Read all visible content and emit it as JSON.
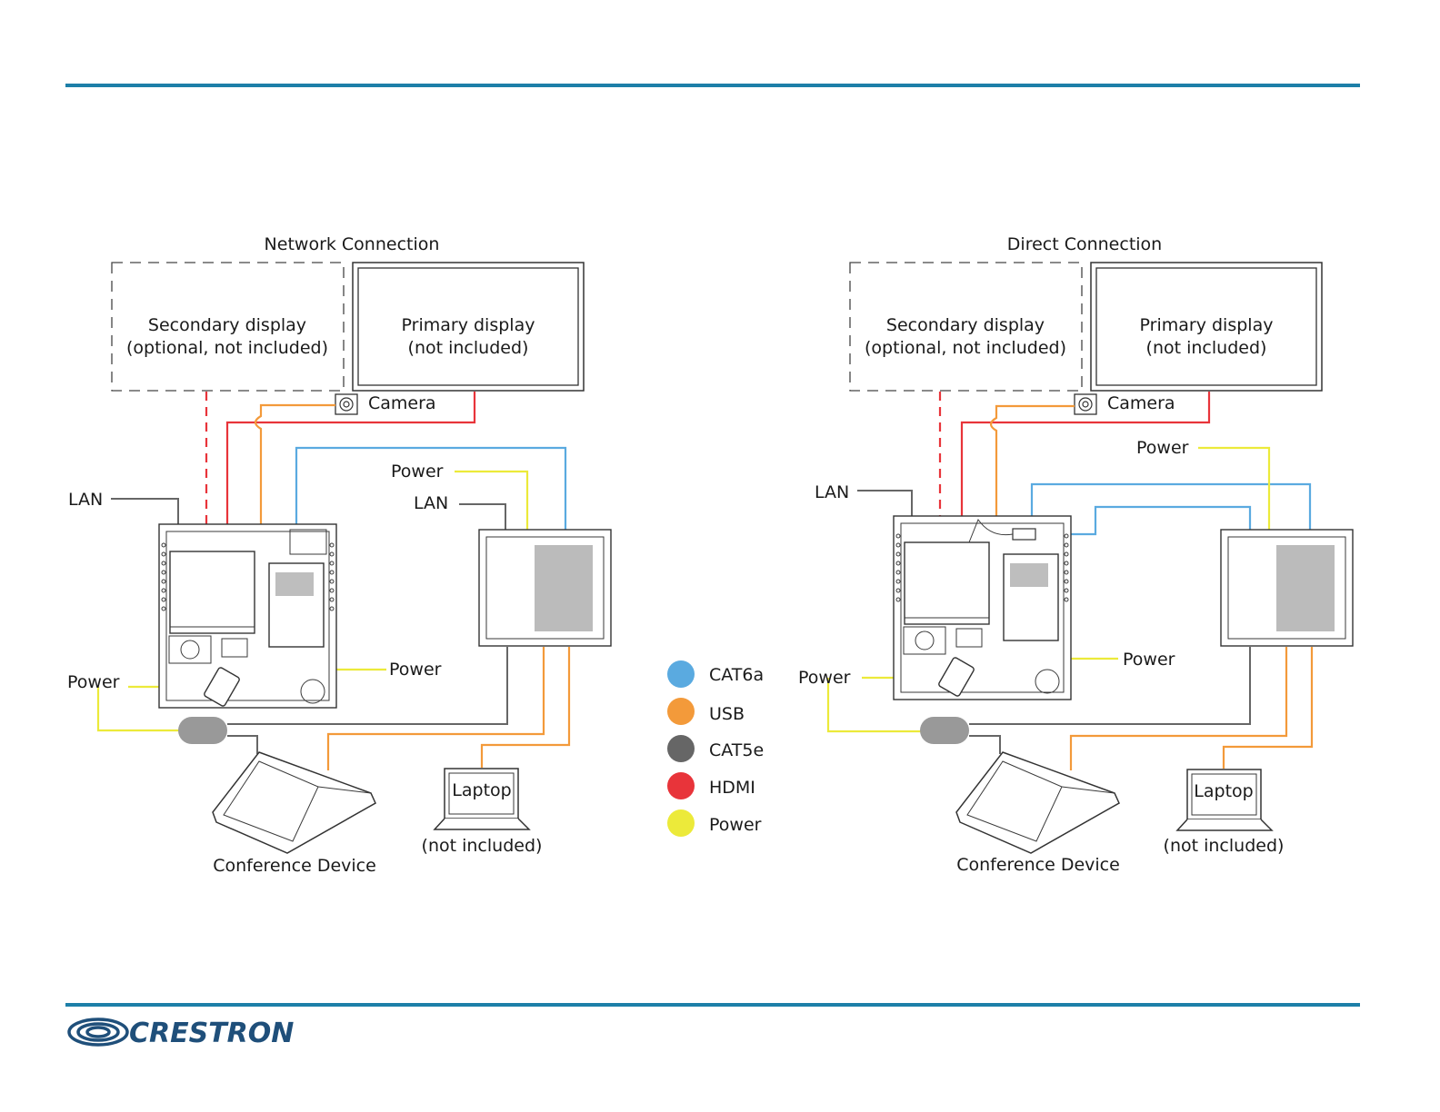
{
  "colors": {
    "rule": "#1d7fa8",
    "cat6a": "#5aaae0",
    "usb": "#f39a3a",
    "cat5e": "#666666",
    "hdmi": "#e8343a",
    "power": "#ecea3a",
    "logo": "#1f4f7a"
  },
  "panels": [
    {
      "title": "Network Connection",
      "secondary_display": [
        "Secondary display",
        "(optional, not included)"
      ],
      "primary_display": [
        "Primary display",
        "(not included)"
      ],
      "camera": "Camera",
      "lan_left": "LAN",
      "lan_right": "LAN",
      "power_top": "Power",
      "power_mid": "Power",
      "power_left": "Power",
      "laptop": "Laptop",
      "laptop_note": "(not included)",
      "conference_device": "Conference Device"
    },
    {
      "title": "Direct Connection",
      "secondary_display": [
        "Secondary display",
        "(optional, not included)"
      ],
      "primary_display": [
        "Primary display",
        "(not included)"
      ],
      "camera": "Camera",
      "lan_left": "LAN",
      "power_top": "Power",
      "power_mid": "Power",
      "power_left": "Power",
      "laptop": "Laptop",
      "laptop_note": "(not included)",
      "conference_device": "Conference Device"
    }
  ],
  "legend": [
    {
      "label": "CAT6a",
      "icon": "circle",
      "color_key": "cat6a"
    },
    {
      "label": "USB",
      "icon": "circle",
      "color_key": "usb"
    },
    {
      "label": "CAT5e",
      "icon": "circle",
      "color_key": "cat5e"
    },
    {
      "label": "HDMI",
      "icon": "circle",
      "color_key": "hdmi"
    },
    {
      "label": "Power",
      "icon": "circle",
      "color_key": "power"
    }
  ],
  "footer": {
    "logo_text": "CRESTRON"
  }
}
